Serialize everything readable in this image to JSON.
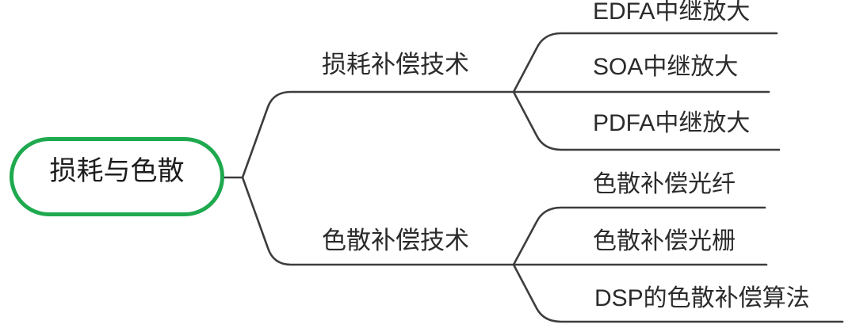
{
  "diagram": {
    "type": "mindmap",
    "root": {
      "label": "损耗与色散"
    },
    "branches": [
      {
        "label": "损耗补偿技术",
        "children": [
          {
            "label": "EDFA中继放大"
          },
          {
            "label": "SOA中继放大"
          },
          {
            "label": "PDFA中继放大"
          }
        ]
      },
      {
        "label": "色散补偿技术",
        "children": [
          {
            "label": "色散补偿光纤"
          },
          {
            "label": "色散补偿光栅"
          },
          {
            "label": "DSP的色散补偿算法"
          }
        ]
      }
    ],
    "colors": {
      "root_border": "#1fa94f",
      "line": "#3d3d3d",
      "text": "#2b2b2b",
      "background": "#ffffff"
    }
  }
}
